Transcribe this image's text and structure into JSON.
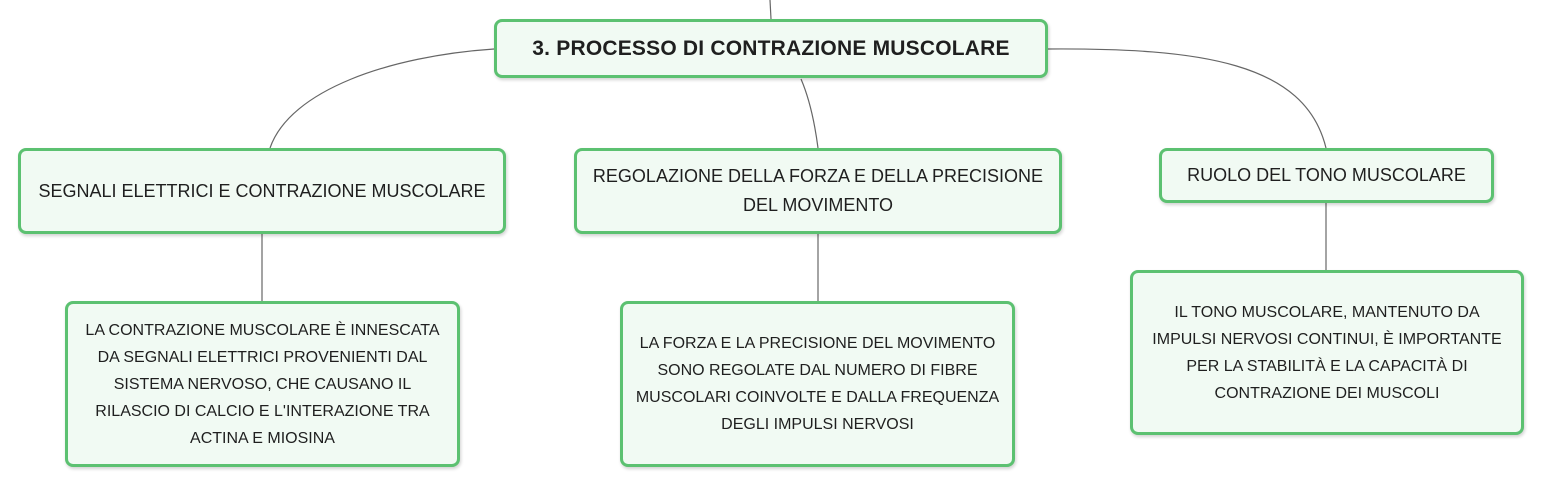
{
  "root": {
    "label": "3. PROCESSO DI CONTRAZIONE MUSCOLARE"
  },
  "branches": [
    {
      "label": "SEGNALI ELETTRICI E CONTRAZIONE MUSCOLARE",
      "detail": "LA CONTRAZIONE MUSCOLARE È INNESCATA DA SEGNALI ELETTRICI PROVENIENTI DAL SISTEMA NERVOSO, CHE CAUSANO IL RILASCIO DI CALCIO E L'INTERAZIONE TRA ACTINA E MIOSINA"
    },
    {
      "label": "REGOLAZIONE DELLA FORZA E DELLA PRECISIONE DEL MOVIMENTO",
      "detail": "LA FORZA E LA PRECISIONE DEL MOVIMENTO SONO REGOLATE DAL NUMERO DI FIBRE MUSCOLARI COINVOLTE E DALLA FREQUENZA DEGLI IMPULSI NERVOSI"
    },
    {
      "label": "RUOLO DEL TONO MUSCOLARE",
      "detail": "IL TONO MUSCOLARE, MANTENUTO DA IMPULSI NERVOSI CONTINUI, È IMPORTANTE PER LA STABILITÀ E LA CAPACITÀ DI CONTRAZIONE DEI MUSCOLI"
    }
  ],
  "colors": {
    "node_border": "#5cc171",
    "node_fill": "#f1faf3",
    "connector": "#666666"
  }
}
